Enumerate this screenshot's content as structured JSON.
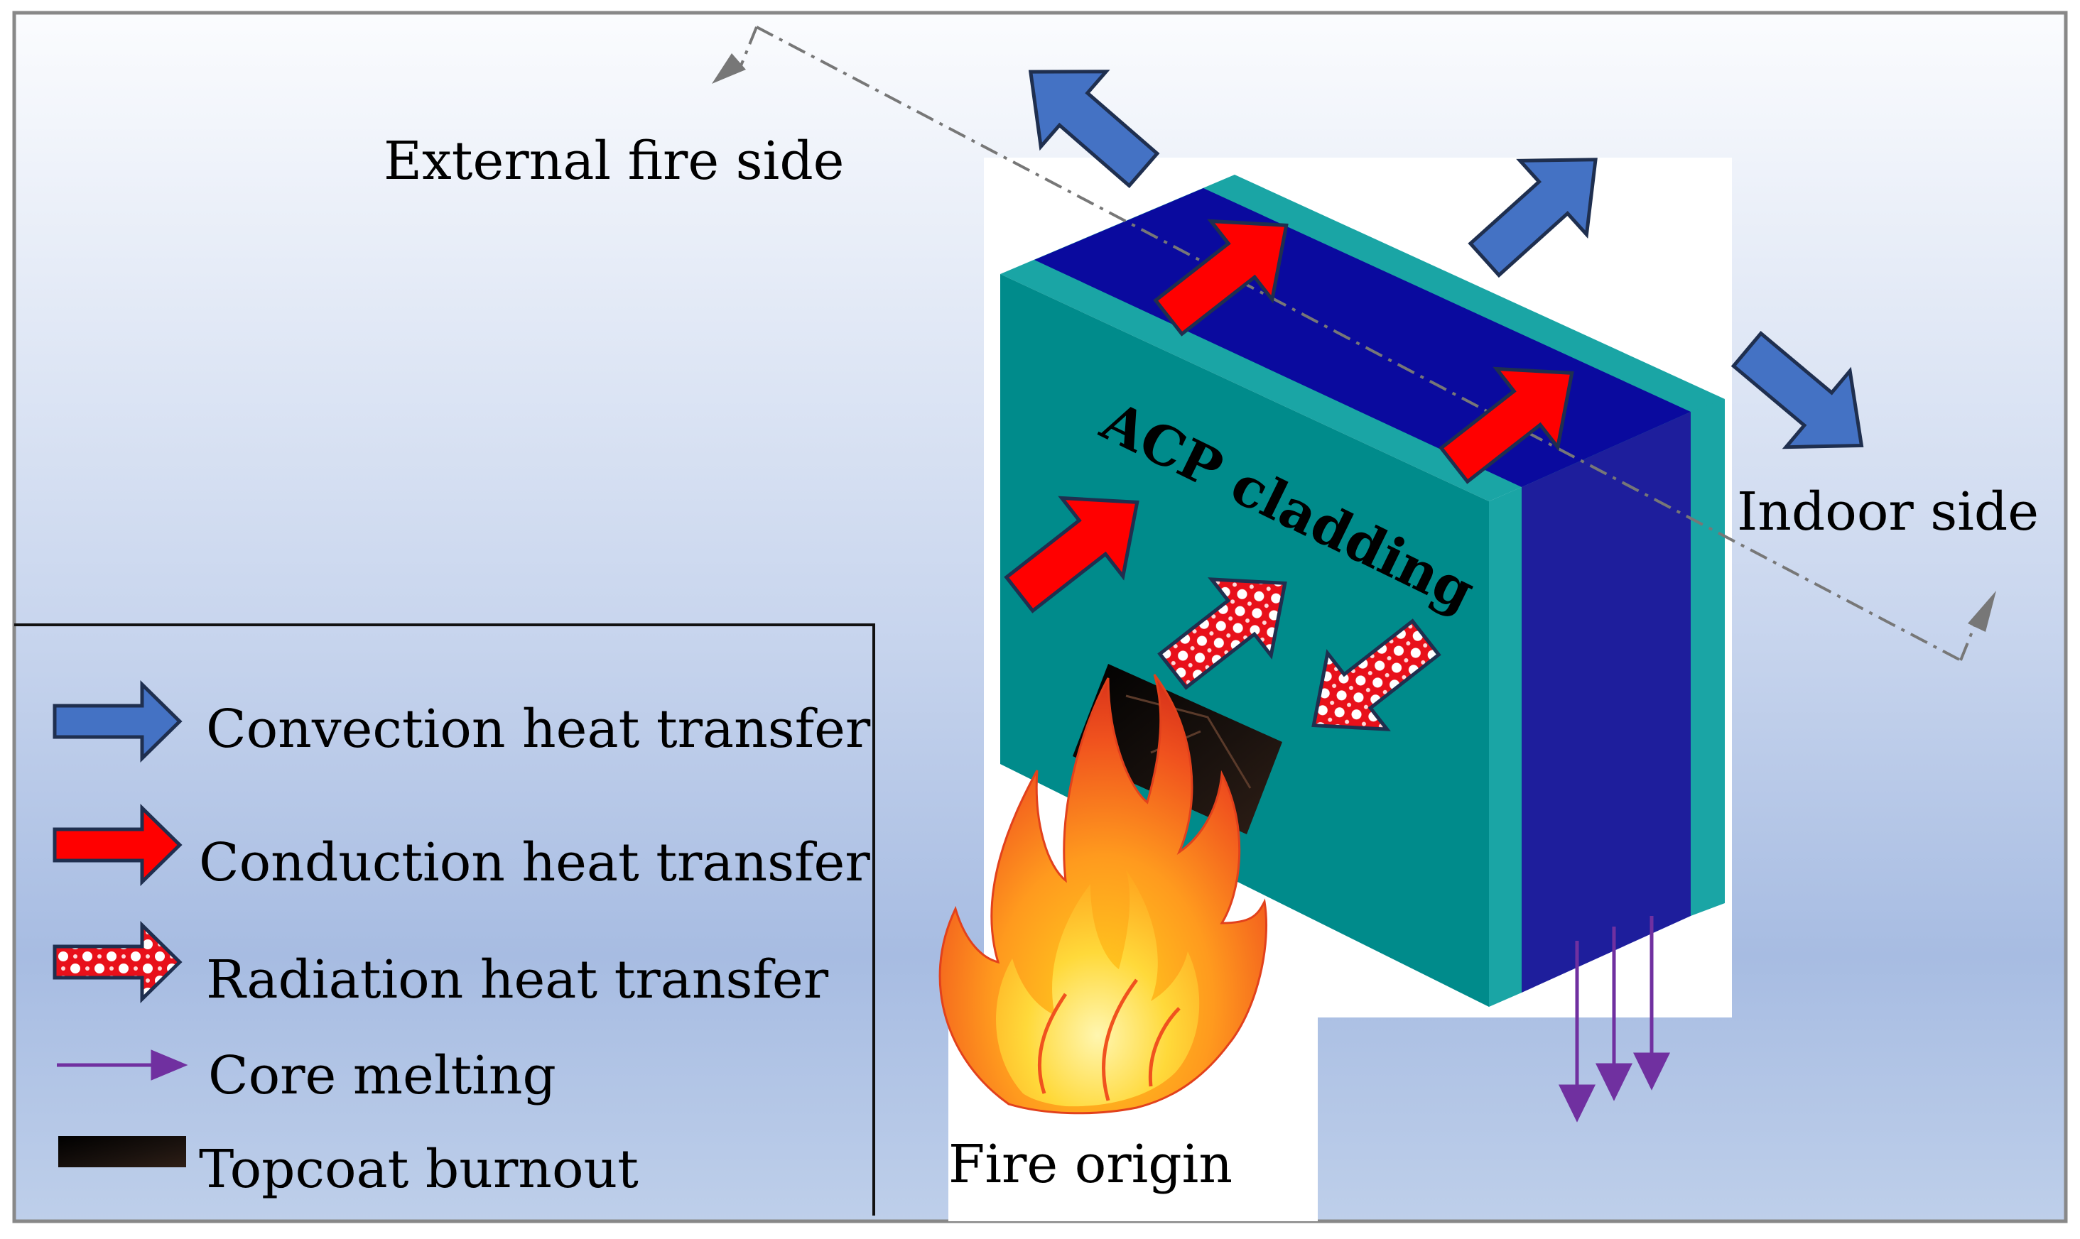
{
  "labels": {
    "external_side": "External fire side",
    "indoor_side": "Indoor side",
    "fire_origin": "Fire origin",
    "panel": "ACP cladding"
  },
  "legend": [
    {
      "key": "convection",
      "label": "Convection heat transfer"
    },
    {
      "key": "conduction",
      "label": "Conduction heat transfer"
    },
    {
      "key": "radiation",
      "label": "Radiation heat transfer"
    },
    {
      "key": "melting",
      "label": "Core melting"
    },
    {
      "key": "burnout",
      "label": "Topcoat burnout"
    }
  ],
  "colors": {
    "convection": "#4472C4",
    "conduction": "#FF0000",
    "radiation": "#E8101A",
    "melting": "#7030A0",
    "panel_face": "#008B8B",
    "panel_skin": "#1AA5A5",
    "panel_core": "#1E1E9C",
    "panel_top_core": "#0A0A9E",
    "background_top": "#F4F7FC",
    "background_bottom": "#A9BEE2"
  },
  "icons": {
    "fire": "fire-icon",
    "convection": "convection-arrow-icon",
    "conduction": "conduction-arrow-icon",
    "radiation": "radiation-arrow-icon",
    "melting": "melting-arrow-icon",
    "burnout": "burnout-patch-icon"
  }
}
